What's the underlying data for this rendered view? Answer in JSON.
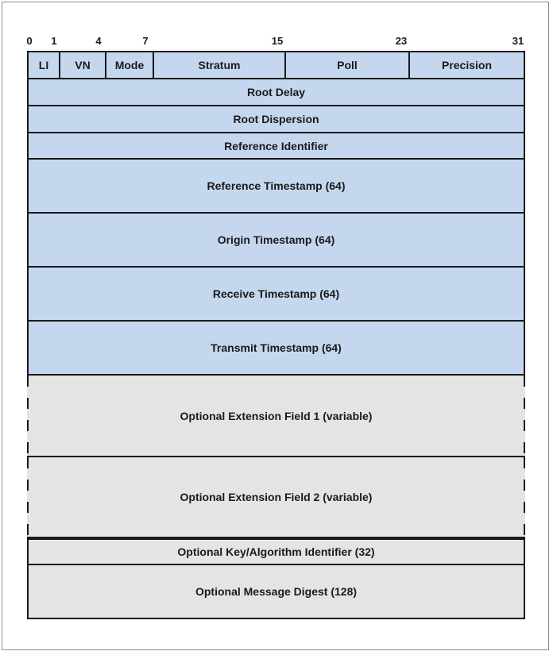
{
  "bit_positions": [
    "0",
    "1",
    "4",
    "7",
    "15",
    "23",
    "31"
  ],
  "header_fields": [
    "LI",
    "VN",
    "Mode",
    "Stratum",
    "Poll",
    "Precision"
  ],
  "rows": {
    "root_delay": "Root Delay",
    "root_dispersion": "Root Dispersion",
    "reference_identifier": "Reference Identifier",
    "reference_timestamp": "Reference Timestamp (64)",
    "origin_timestamp": "Origin Timestamp (64)",
    "receive_timestamp": "Receive Timestamp (64)",
    "transmit_timestamp": "Transmit Timestamp (64)",
    "extension_field_1": "Optional Extension Field 1 (variable)",
    "extension_field_2": "Optional Extension Field 2 (variable)",
    "key_identifier": "Optional Key/Algorithm Identifier (32)",
    "message_digest": "Optional Message Digest (128)"
  },
  "colors": {
    "required_fields": "#c5d7ef",
    "optional_fields": "#e4e4e4",
    "border": "#1a1a1a"
  }
}
